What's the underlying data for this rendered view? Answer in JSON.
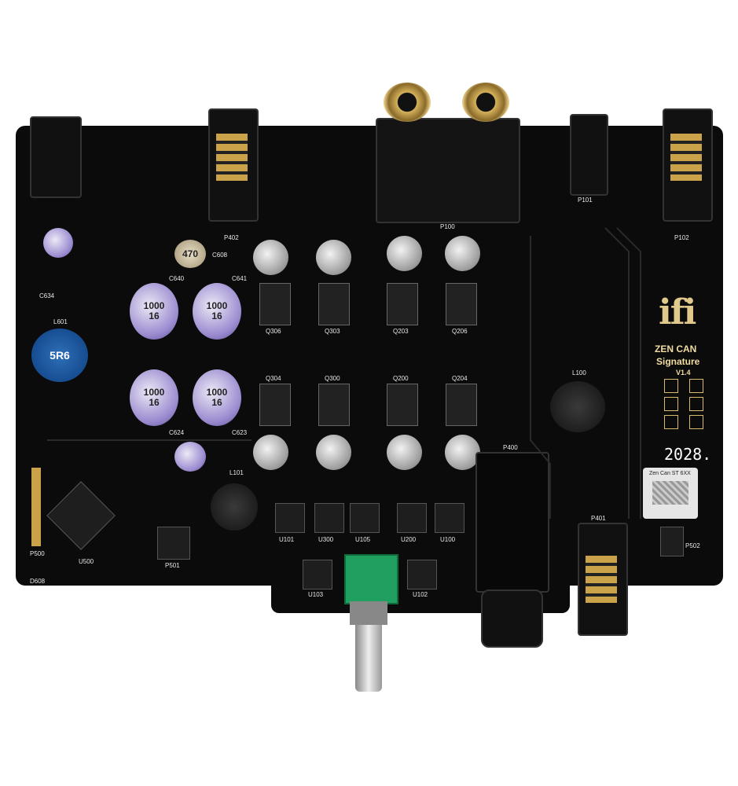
{
  "logo": {
    "brand": "ifi"
  },
  "product": {
    "name": "ZEN CAN",
    "edition": "Signature",
    "version": "V1.4"
  },
  "serial": "2028.",
  "sticker": {
    "text": "Zen Can ST 6XX"
  },
  "inductor": {
    "marking": "5R6"
  },
  "caps": {
    "big_value": "1000",
    "big_voltage": "16",
    "small_value": "470"
  },
  "labels": {
    "p100": "P100",
    "p101": "P101",
    "p102": "P102",
    "p400": "P400",
    "p401": "P401",
    "p402": "P402",
    "p500": "P500",
    "p501": "P501",
    "p502": "P502",
    "u500": "U500",
    "l100": "L100",
    "l101": "L101",
    "l601": "L601",
    "u101": "U101",
    "u300": "U300",
    "u200": "U200",
    "u100": "U100",
    "u103": "U103",
    "u102": "U102",
    "u105": "U105",
    "q306": "Q306",
    "q303": "Q303",
    "q203": "Q203",
    "q206": "Q206",
    "q304": "Q304",
    "q300": "Q300",
    "q200": "Q200",
    "q204": "Q204",
    "c640": "C640",
    "c641": "C641",
    "c624": "C624",
    "c623": "C623",
    "c608": "C608",
    "c634": "C634",
    "d608": "D608"
  }
}
